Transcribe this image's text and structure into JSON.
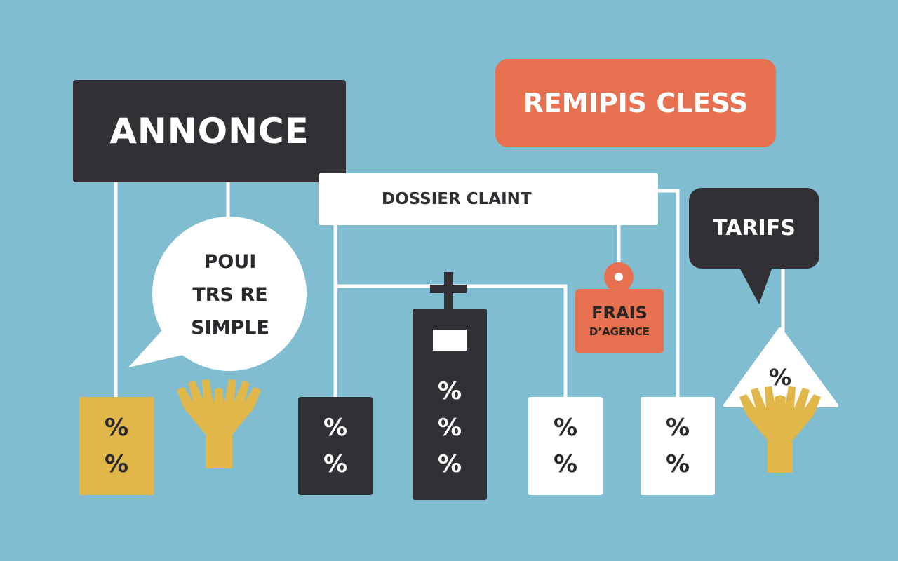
{
  "annonce": "ANNONCE",
  "remipis": "REMIPIS CLESS",
  "dossier": "DOSSIER CLAINT",
  "tarifs": "TARIFS",
  "bubble": {
    "line1": "POUI",
    "line2": "TRS RE",
    "line3": "SIMPLE"
  },
  "frais": {
    "line1": "FRAIS",
    "line2": "D’AGENCE"
  },
  "percent_symbol": "%",
  "colors": {
    "background": "#80bdd0",
    "dark": "#333035",
    "coral": "#e6704f",
    "gold": "#e2b74a",
    "white": "#ffffff"
  },
  "icons": [
    "raised-hands-icon",
    "raised-hands-icon",
    "cross-icon"
  ]
}
